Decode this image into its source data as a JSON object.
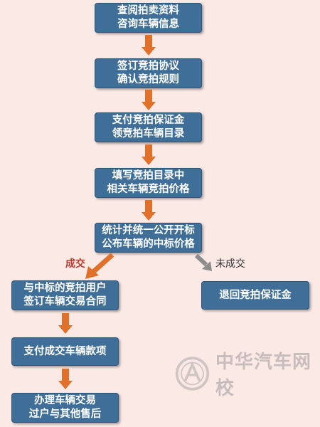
{
  "colors": {
    "background": "#fbe9e6",
    "box_fill": "#3f6f99",
    "box_text": "#ffffff",
    "arrow_orange": "#e0702a",
    "arrow_gray": "#8c8c8c",
    "deal_label": "#c0392b"
  },
  "steps": [
    {
      "line1": "查阅拍卖资料",
      "line2": "咨询车辆信息"
    },
    {
      "line1": "签订竞拍协议",
      "line2": "确认竞拍规则"
    },
    {
      "line1": "支付竞拍保证金",
      "line2": "领竞拍车辆目录"
    },
    {
      "line1": "填写竞拍目录中",
      "line2": "相关车辆竞拍价格"
    },
    {
      "line1": "统计并统一公开开标",
      "line2": "公布车辆的中标价格"
    }
  ],
  "branches": {
    "deal_label": "成交",
    "no_deal_label": "未成交"
  },
  "deal_steps": [
    {
      "line1": "与中标的竞拍用户",
      "line2": "签订车辆交易合同"
    },
    {
      "line1": "支付成交车辆款项",
      "line2": ""
    },
    {
      "line1": "办理车辆交易",
      "line2": "过户与其他售后"
    }
  ],
  "no_deal_step": {
    "line1": "退回竞拍保证金"
  },
  "watermark": {
    "text": "中华汽车网校",
    "icon": "car-school-logo-icon"
  }
}
